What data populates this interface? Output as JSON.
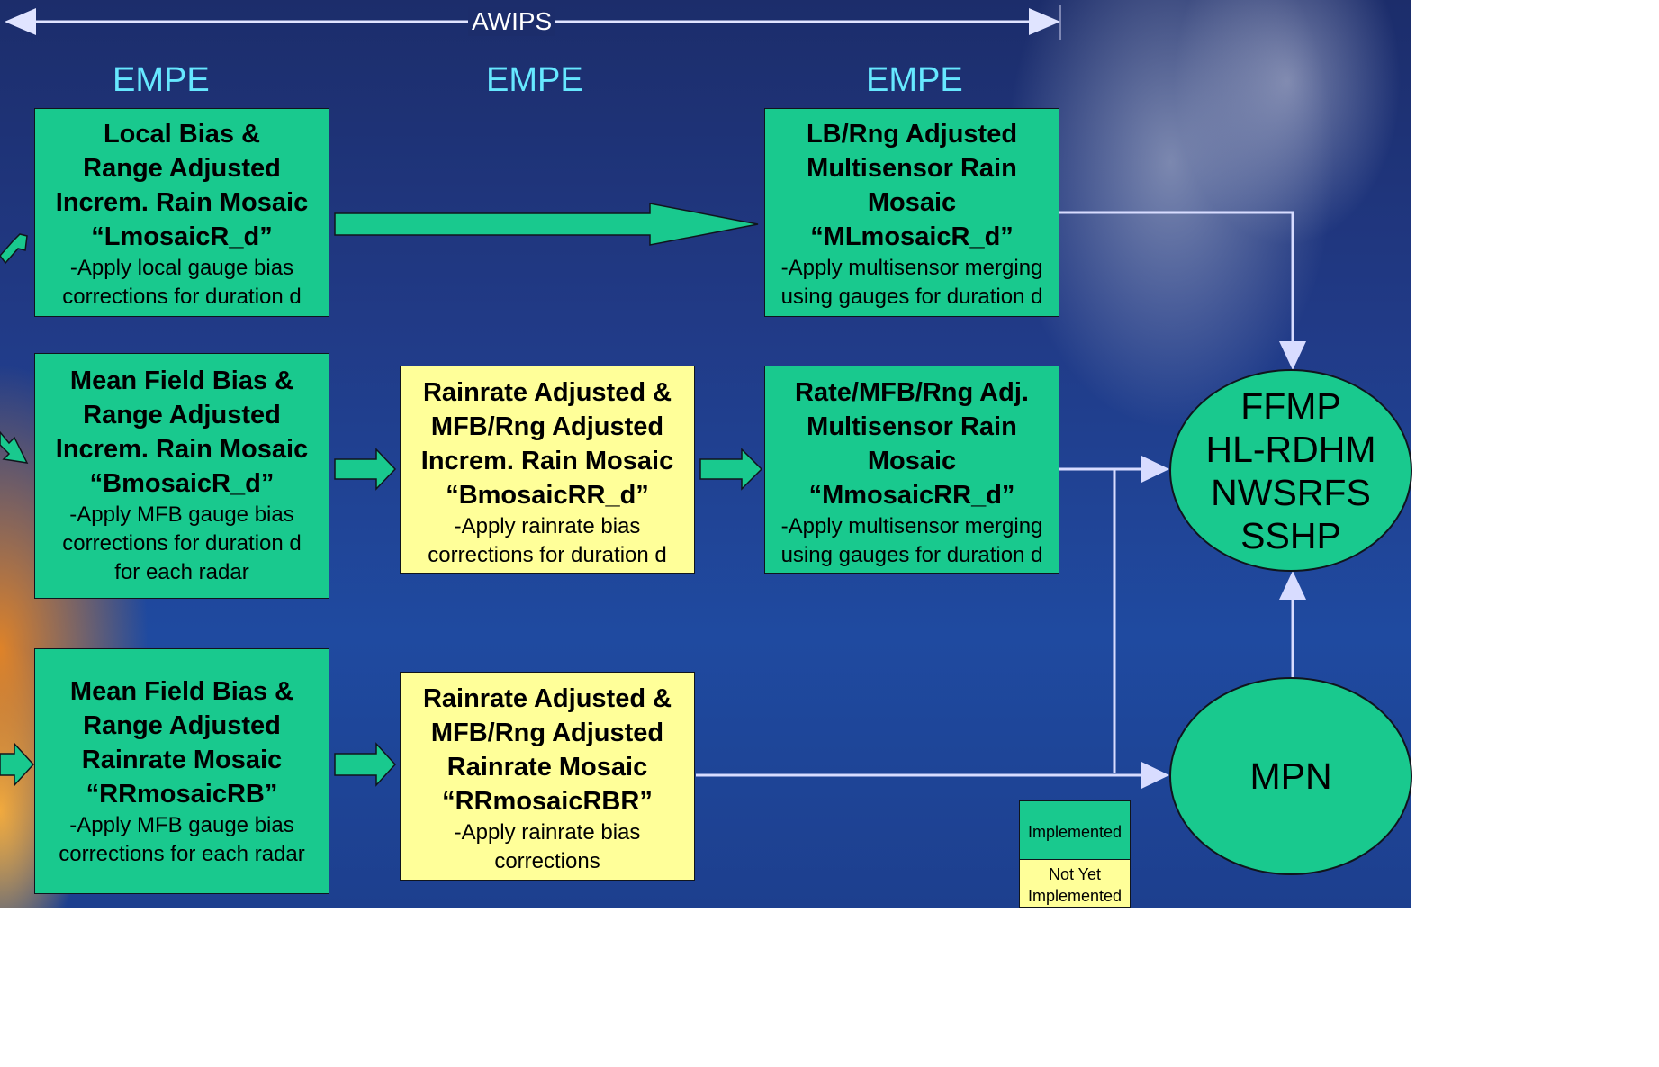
{
  "banner": "AWIPS",
  "headers": [
    "EMPE",
    "EMPE",
    "EMPE"
  ],
  "boxes": {
    "lmosaic": {
      "title": "Local Bias &\nRange Adjusted\nIncrem. Rain Mosaic\n“LmosaicR_d”",
      "desc": "-Apply local gauge bias\ncorrections for duration d"
    },
    "bmosaic": {
      "title": "Mean Field Bias &\nRange Adjusted\nIncrem. Rain Mosaic\n“BmosaicR_d”",
      "desc": "-Apply MFB gauge bias\ncorrections for duration d\nfor each radar"
    },
    "rrmosaicrb": {
      "title": "Mean Field Bias &\nRange Adjusted\nRainrate Mosaic\n“RRmosaicRB”",
      "desc": "-Apply MFB gauge bias\ncorrections for each radar"
    },
    "bmosaicrr": {
      "title": "Rainrate Adjusted &\nMFB/Rng Adjusted\nIncrem. Rain Mosaic\n“BmosaicRR_d”",
      "desc": "-Apply rainrate bias\ncorrections for duration d"
    },
    "rrmosaicrbr": {
      "title": "Rainrate Adjusted &\nMFB/Rng Adjusted\nRainrate Mosaic\n“RRmosaicRBR”",
      "desc": "-Apply rainrate bias\ncorrections"
    },
    "mlmosaic": {
      "title": "LB/Rng Adjusted\nMultisensor Rain\nMosaic\n“MLmosaicR_d”",
      "desc": "-Apply multisensor merging\nusing gauges for duration d"
    },
    "mmosaicrr": {
      "title": "Rate/MFB/Rng Adj.\nMultisensor Rain\nMosaic\n“MmosaicRR_d”",
      "desc": "-Apply multisensor merging\nusing gauges for duration d"
    }
  },
  "targets": {
    "models": "FFMP\nHL-RDHM\nNWSRFS\nSSHP",
    "mpn": "MPN"
  },
  "legend": {
    "implemented": "Implemented",
    "not_yet": "Not Yet\nImplemented"
  },
  "colors": {
    "implemented": "#19c98e",
    "not_yet": "#ffff99",
    "header_text": "#66e8ff",
    "connector": "#d8dcff"
  }
}
